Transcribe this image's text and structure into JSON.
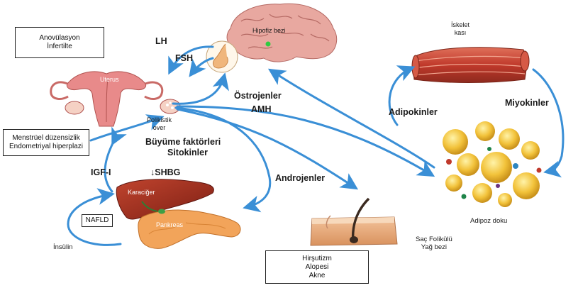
{
  "boxes": {
    "anovulation": [
      "Anovülasyon",
      "İnfertilte"
    ],
    "menstrual": [
      "Menstrüel düzensizlik",
      "Endometriyal hiperplazi"
    ],
    "hirsutism": [
      "Hirşutizm",
      "Alopesi",
      "Akne"
    ],
    "nafld": "NAFLD"
  },
  "labels": {
    "lh": "LH",
    "fsh": "FSH",
    "pituitary": "Hipofiz bezi",
    "uterus": "Uterus",
    "polycystic_ovary": [
      "Polikistik",
      "over"
    ],
    "estrogens": "Östrojenler",
    "amh": "AMH",
    "growth_factors": "Büyüme  faktörleri",
    "cytokines": "Sitokinler",
    "igf": "IGF-I",
    "shbg": "↓SHBG",
    "liver": "Karaciğer",
    "pancreas": "Pankreas",
    "insulin": "İnsülin",
    "androgens": "Androjenler",
    "skeletal_muscle": [
      "İskelet",
      "kası"
    ],
    "adipokines": "Adipokinler",
    "myokines": "Miyokinler",
    "adipose": "Adipoz doku",
    "hair_follicle": [
      "Saç Folikülü",
      "Yağ bezi"
    ]
  },
  "colors": {
    "arrow": "#3a8fd6",
    "box_border": "#222222"
  }
}
